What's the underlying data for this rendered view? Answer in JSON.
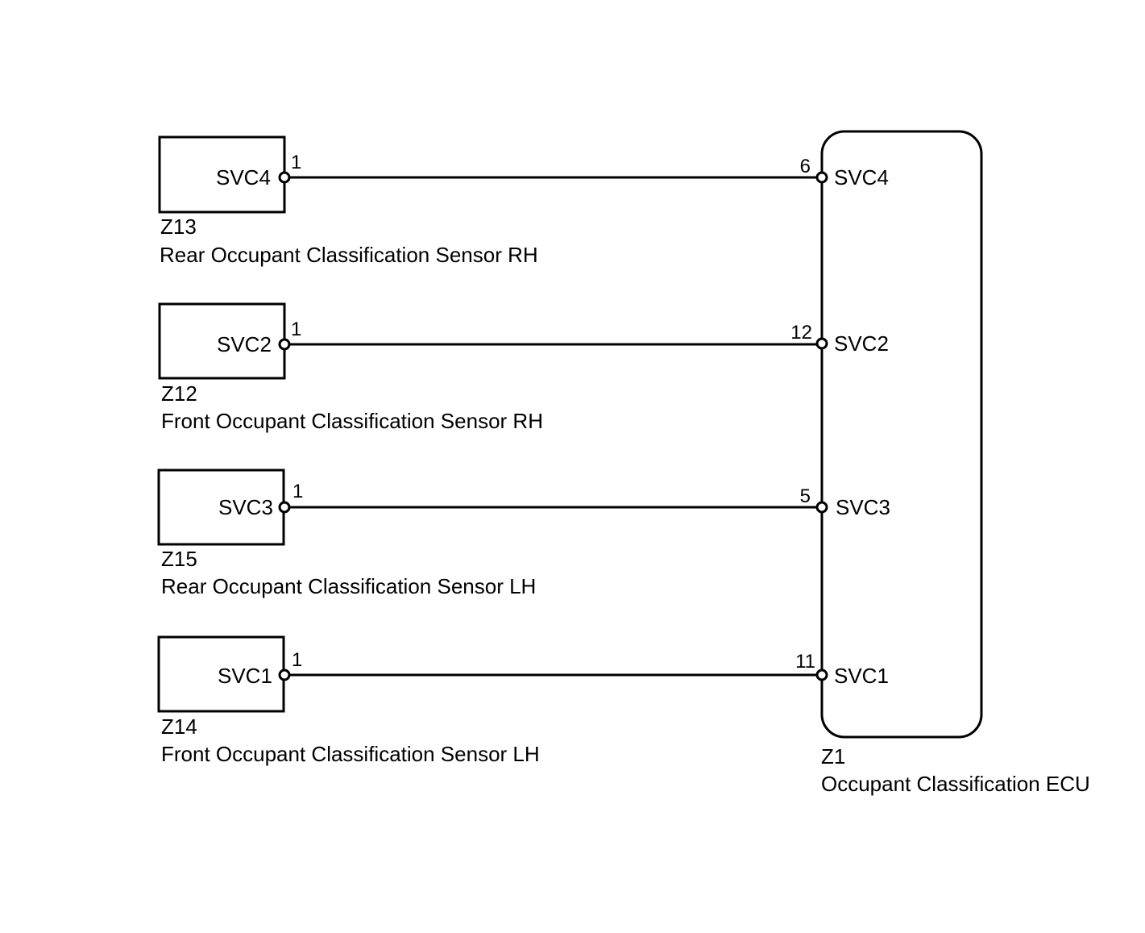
{
  "ecu": {
    "code": "Z1",
    "name": "Occupant Classification ECU"
  },
  "sensors": [
    {
      "code": "Z13",
      "name": "Rear Occupant Classification Sensor RH",
      "pin_label": "SVC4",
      "pin_number": "1",
      "ecu_pin_number": "6",
      "ecu_pin_label": "SVC4"
    },
    {
      "code": "Z12",
      "name": "Front Occupant Classification Sensor RH",
      "pin_label": "SVC2",
      "pin_number": "1",
      "ecu_pin_number": "12",
      "ecu_pin_label": "SVC2"
    },
    {
      "code": "Z15",
      "name": "Rear Occupant Classification Sensor LH",
      "pin_label": "SVC3",
      "pin_number": "1",
      "ecu_pin_number": "5",
      "ecu_pin_label": "SVC3"
    },
    {
      "code": "Z14",
      "name": "Front Occupant Classification Sensor LH",
      "pin_label": "SVC1",
      "pin_number": "1",
      "ecu_pin_number": "11",
      "ecu_pin_label": "SVC1"
    }
  ]
}
